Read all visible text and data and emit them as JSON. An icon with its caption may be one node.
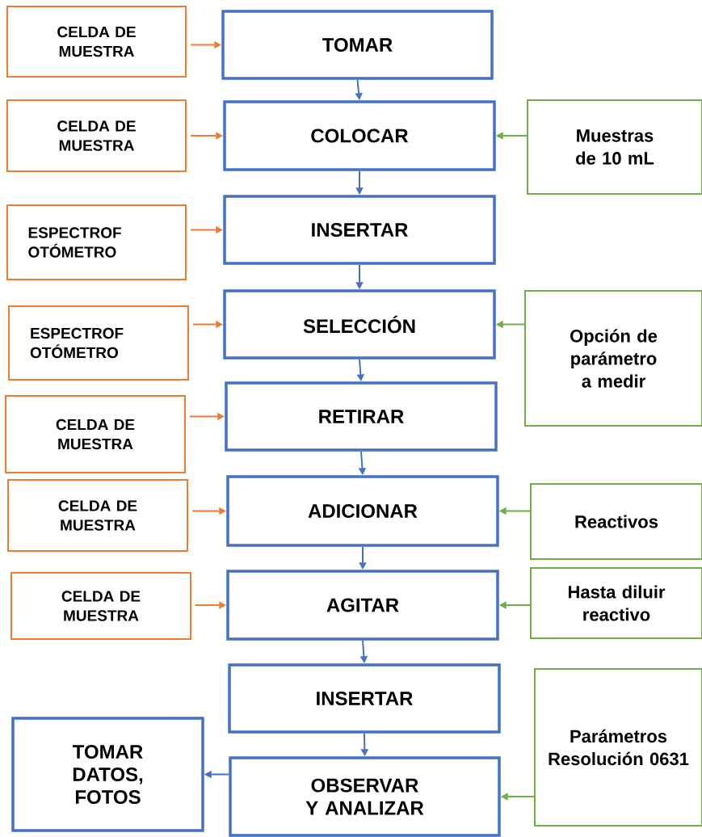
{
  "diagram": {
    "nodes": [
      {
        "text": [
          "CELDA DE MUESTRA"
        ]
      },
      {
        "text": [
          "TOMAR"
        ]
      },
      {
        "text": [
          "CELDA DE MUESTRA"
        ]
      },
      {
        "text": [
          "COLOCAR"
        ]
      },
      {
        "text": [
          "Muestras de 10 mL"
        ]
      },
      {
        "text": [
          "ESPECTROF OTÓMETRO"
        ]
      },
      {
        "text": [
          "INSERTAR"
        ]
      },
      {
        "text": [
          "ESPECTROF OTÓMETRO"
        ]
      },
      {
        "text": [
          "SELECCIÓN"
        ]
      },
      {
        "text": [
          "Opción de parámetro a medir"
        ]
      },
      {
        "text": [
          "CELDA DE MUESTRA"
        ]
      },
      {
        "text": [
          "RETIRAR"
        ]
      },
      {
        "text": [
          "CELDA DE MUESTRA"
        ]
      },
      {
        "text": [
          "ADICIONAR"
        ]
      },
      {
        "text": [
          "Reactivos"
        ]
      },
      {
        "text": [
          "CELDA DE MUESTRA"
        ]
      },
      {
        "text": [
          "AGITAR"
        ]
      },
      {
        "text": [
          "Hasta diluir reactivo"
        ]
      },
      {
        "text": [
          "INSERTAR"
        ]
      },
      {
        "text": [
          "Parámetros Resolución 0631"
        ]
      },
      {
        "text": [
          "TOMAR DATOS, FOTOS"
        ]
      },
      {
        "text": [
          "OBSERVAR Y ANALIZAR"
        ]
      }
    ],
    "edges": [
      {
        "from": 0,
        "to": 1,
        "arrow": "to",
        "color": "#ed7d31"
      },
      {
        "from": 1,
        "to": 3,
        "arrow": "to"
      },
      {
        "from": 2,
        "to": 3,
        "arrow": "to",
        "color": "#ed7d31"
      },
      {
        "from": 4,
        "to": 3,
        "arrow": "to",
        "color": "#70ad47"
      },
      {
        "from": 3,
        "to": 6,
        "arrow": "to"
      },
      {
        "from": 5,
        "to": 6,
        "arrow": "to",
        "color": "#ed7d31"
      },
      {
        "from": 6,
        "to": 8,
        "arrow": "to"
      },
      {
        "from": 7,
        "to": 8,
        "arrow": "to",
        "color": "#ed7d31"
      },
      {
        "from": 9,
        "to": 8,
        "arrow": "to",
        "color": "#70ad47"
      },
      {
        "from": 8,
        "to": 11,
        "arrow": "to"
      },
      {
        "from": 10,
        "to": 11,
        "arrow": "to",
        "color": "#ed7d31"
      },
      {
        "from": 11,
        "to": 13,
        "arrow": "to"
      },
      {
        "from": 12,
        "to": 13,
        "arrow": "to",
        "color": "#ed7d31"
      },
      {
        "from": 14,
        "to": 13,
        "arrow": "to",
        "color": "#70ad47"
      },
      {
        "from": 13,
        "to": 16,
        "arrow": "to"
      },
      {
        "from": 15,
        "to": 16,
        "arrow": "to",
        "color": "#ed7d31"
      },
      {
        "from": 17,
        "to": 16,
        "arrow": "to",
        "color": "#70ad47"
      },
      {
        "from": 16,
        "to": 18,
        "arrow": "to"
      },
      {
        "from": 18,
        "to": 21,
        "arrow": "to"
      },
      {
        "from": 19,
        "to": 21,
        "arrow": "to",
        "color": "#70ad47"
      },
      {
        "from": 21,
        "to": 20,
        "arrow": "to"
      }
    ]
  }
}
